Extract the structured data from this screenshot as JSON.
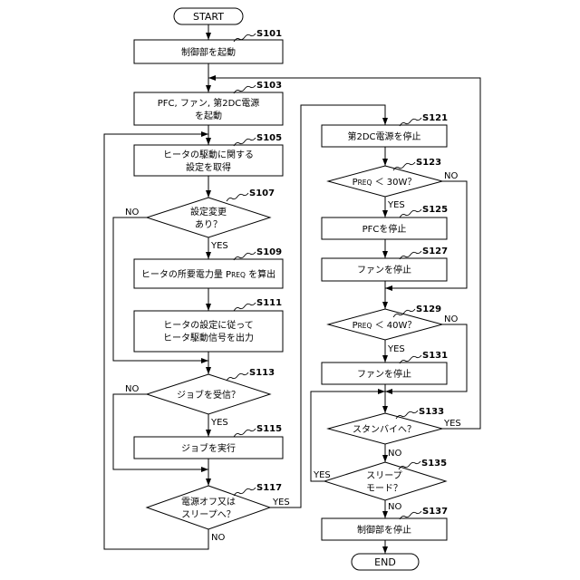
{
  "diagram": {
    "start": "START",
    "end": "END",
    "yes": "YES",
    "no": "NO"
  },
  "steps": {
    "s101": {
      "id": "S101",
      "text": "制御部を起動"
    },
    "s103": {
      "id": "S103",
      "lines": [
        "PFC, ファン, 第2DC電源",
        "を起動"
      ]
    },
    "s105": {
      "id": "S105",
      "lines": [
        "ヒータの駆動に関する",
        "設定を取得"
      ]
    },
    "s107": {
      "id": "S107",
      "lines": [
        "設定変更",
        "あり？"
      ]
    },
    "s109": {
      "id": "S109",
      "segments": [
        "ヒータの所要電力量 P",
        "REQ",
        " を算出"
      ]
    },
    "s111": {
      "id": "S111",
      "lines": [
        "ヒータの設定に従って",
        "ヒータ駆動信号を出力"
      ]
    },
    "s113": {
      "id": "S113",
      "text": "ジョブを受信？"
    },
    "s115": {
      "id": "S115",
      "text": "ジョブを実行"
    },
    "s117": {
      "id": "S117",
      "lines": [
        "電源オフ又は",
        "スリープへ？"
      ]
    },
    "s121": {
      "id": "S121",
      "text": "第2DC電源を停止"
    },
    "s123": {
      "id": "S123",
      "segments": [
        "P",
        "REQ",
        " ＜ 30W？"
      ]
    },
    "s125": {
      "id": "S125",
      "text": "PFCを停止"
    },
    "s127": {
      "id": "S127",
      "text": "ファンを停止"
    },
    "s129": {
      "id": "S129",
      "segments": [
        "P",
        "REQ",
        " ＜ 40W？"
      ]
    },
    "s131": {
      "id": "S131",
      "text": "ファンを停止"
    },
    "s133": {
      "id": "S133",
      "text": "スタンバイへ？"
    },
    "s135": {
      "id": "S135",
      "lines": [
        "スリープ",
        "モード？"
      ]
    },
    "s137": {
      "id": "S137",
      "text": "制御部を停止"
    }
  }
}
